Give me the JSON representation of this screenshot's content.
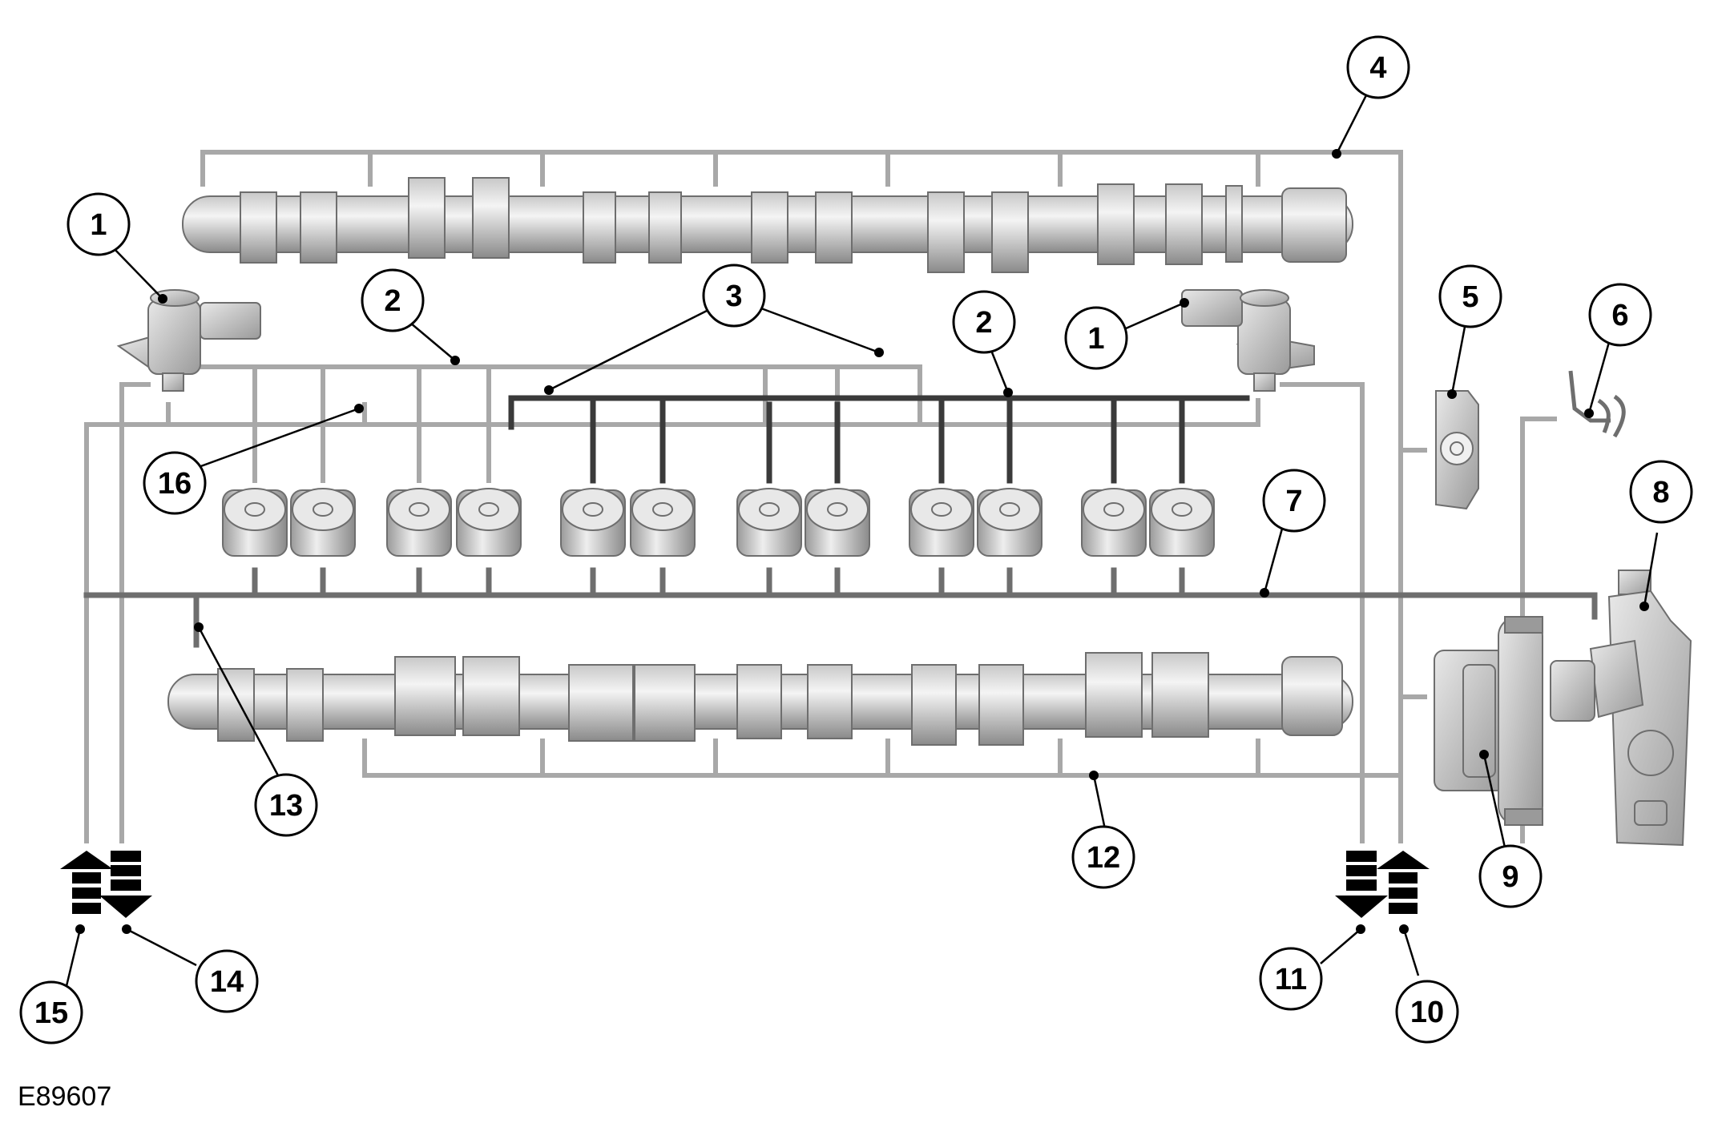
{
  "figure": {
    "reference_code": "E89607",
    "callouts": [
      "1",
      "1",
      "2",
      "2",
      "3",
      "4",
      "5",
      "6",
      "7",
      "8",
      "9",
      "10",
      "11",
      "12",
      "13",
      "14",
      "15",
      "16"
    ]
  },
  "colors": {
    "gallery_light": "#a8a8a8",
    "gallery_dark": "#3a3a3a",
    "component_fill": "#d6d6d6",
    "component_stroke": "#6e6e6e",
    "outline": "#000000",
    "background": "#ffffff"
  },
  "icons": {
    "supply_arrow": "arrow-up-icon",
    "return_arrow": "arrow-down-icon"
  }
}
